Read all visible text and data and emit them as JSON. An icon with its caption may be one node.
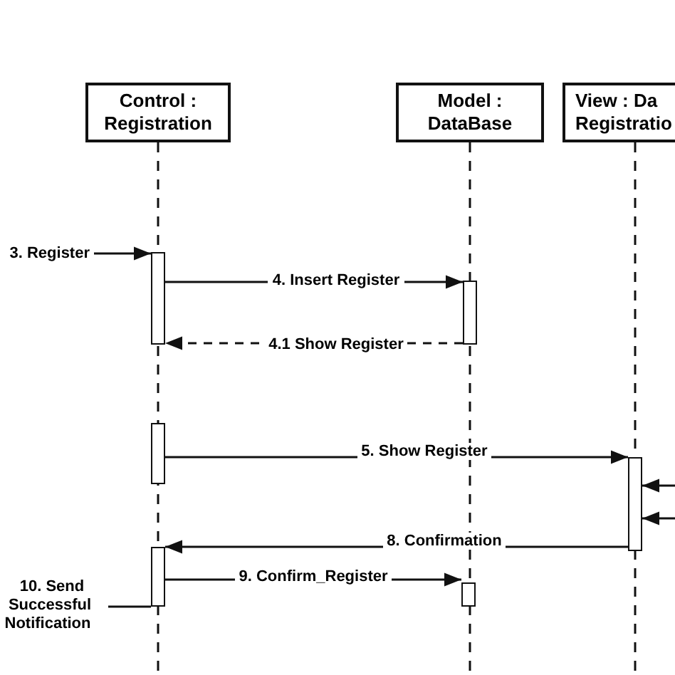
{
  "diagram": {
    "nodes": [
      {
        "text": [
          "Control : Registration"
        ]
      },
      {
        "text": [
          "Model : DataBase"
        ]
      },
      {
        "text": [
          "View : Da Registratio"
        ]
      },
      {
        "text": [],
        "shape": "bar"
      },
      {
        "text": [],
        "shape": "bar"
      },
      {
        "text": [],
        "shape": "bar"
      },
      {
        "text": [],
        "shape": "bar"
      },
      {
        "text": [],
        "shape": "bar"
      },
      {
        "text": [],
        "shape": "bar"
      }
    ],
    "edges": [
      {
        "from": null,
        "to": 3,
        "arrow": "to",
        "label": "3. Register"
      },
      {
        "from": 3,
        "to": 4,
        "arrow": "to",
        "label": "4. Insert Register"
      },
      {
        "from": 4,
        "to": 3,
        "arrow": "to",
        "label": "4.1 Show Register",
        "style": "dashed"
      },
      {
        "from": 5,
        "to": 6,
        "arrow": "to",
        "label": "5. Show Register"
      },
      {
        "from": null,
        "to": 6,
        "arrow": "to"
      },
      {
        "from": null,
        "to": 6,
        "arrow": "to"
      },
      {
        "from": 6,
        "to": 7,
        "arrow": "to",
        "label": "8. Confirmation"
      },
      {
        "from": 7,
        "to": 8,
        "arrow": "to",
        "label": "9. Confirm_Register"
      },
      {
        "from": 7,
        "to": null,
        "arrow": "none",
        "label": "10. Send Successful Notification"
      }
    ]
  }
}
